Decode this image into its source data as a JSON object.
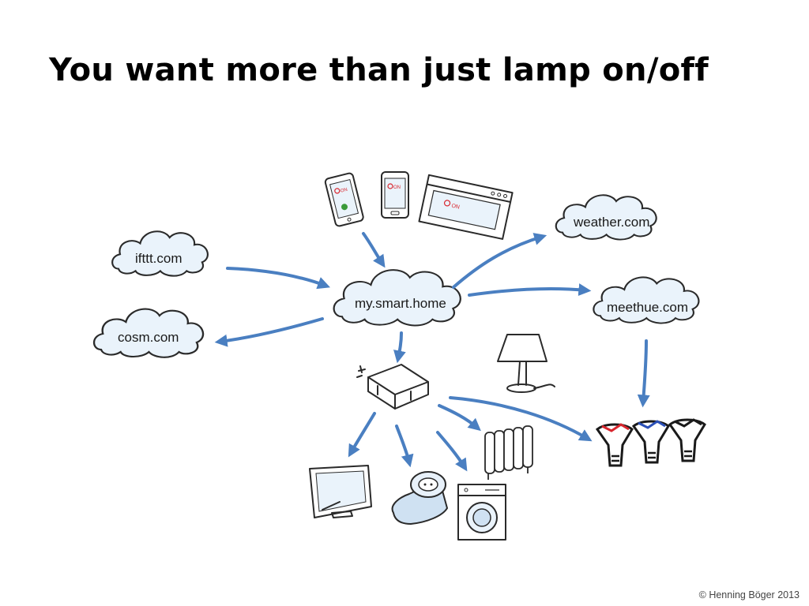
{
  "slide": {
    "title": "You want more than just lamp on/off",
    "copyright": "© Henning Böger 2013"
  },
  "clouds": {
    "ifttt": "ifttt.com",
    "cosm": "cosm.com",
    "hub": "my.smart.home",
    "weather": "weather.com",
    "meethue": "meethue.com"
  },
  "screens": {
    "phone_text": "ON",
    "browser_text": "ON"
  },
  "colors": {
    "arrow": "#4a7fc1",
    "ink": "#2a2a2a",
    "cloud_fill": "#eaf3fb",
    "accent_red": "#d8262e",
    "accent_blue": "#2b50b8",
    "appliance_blue": "#cfe1f2"
  }
}
